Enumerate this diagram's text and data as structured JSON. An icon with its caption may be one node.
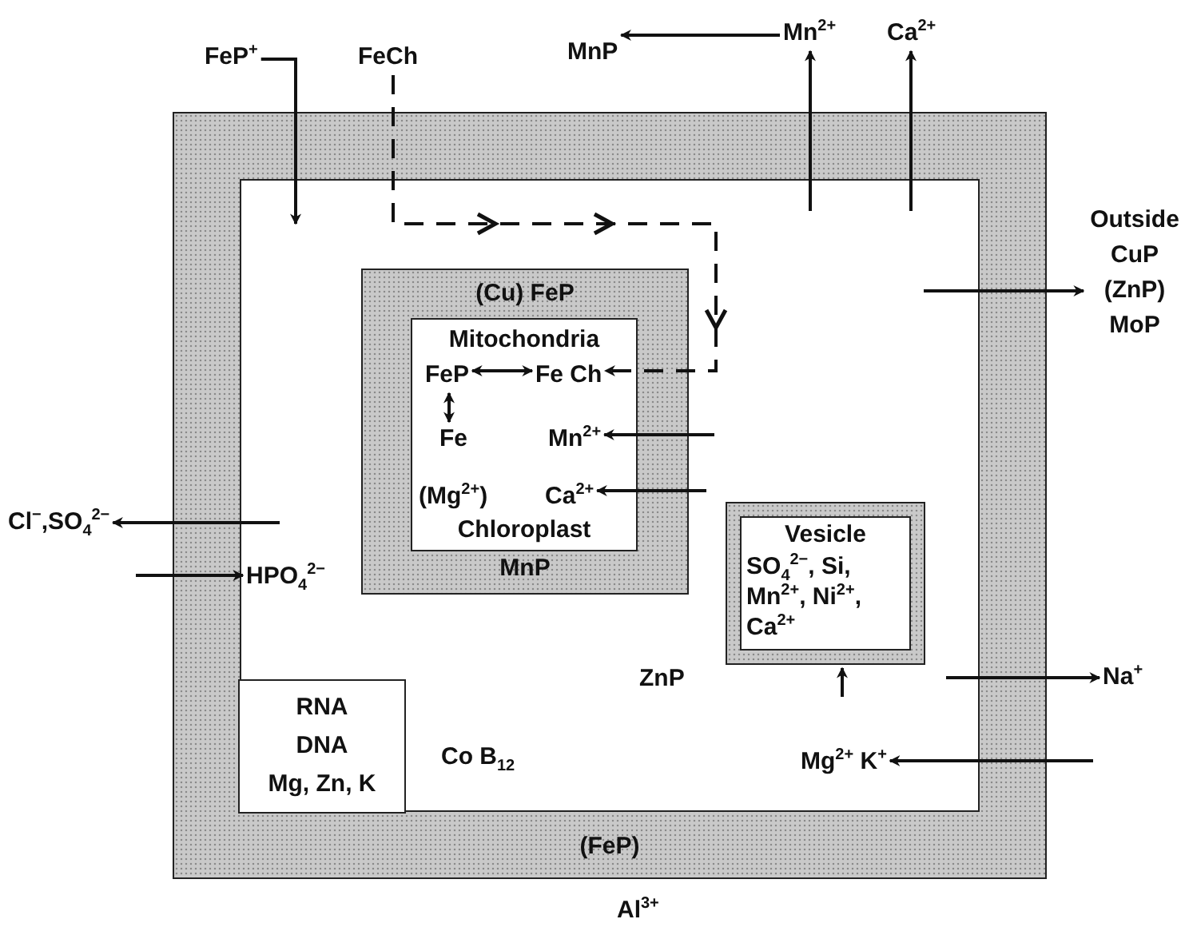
{
  "diagram": {
    "nodes": [
      {
        "text": [
          "(FeP)"
        ]
      },
      {
        "text": [
          "(Cu) FeP",
          "MnP"
        ],
        "in": 0
      },
      {
        "text": [
          "Mitochondria",
          "Chloroplast"
        ],
        "in": 1
      },
      {
        "text": [
          "FeP"
        ],
        "in": 2
      },
      {
        "text": [
          "Fe Ch"
        ],
        "in": 2
      },
      {
        "text": [
          "Fe"
        ],
        "in": 2
      },
      {
        "text": [
          "Mn$^{2+}$"
        ],
        "in": 2
      },
      {
        "text": [
          "(Mg$^{2+}$)"
        ],
        "in": 2
      },
      {
        "text": [
          "Ca$^{2+}$"
        ],
        "in": 2
      },
      {
        "text": [
          "Vesicle",
          "SO$_{4}$$^{2−}$, Si, Mn$^{2+}$, Ni$^{2+}$, Ca$^{2+}$"
        ],
        "in": 0
      },
      {
        "text": [
          "RNA",
          "DNA",
          "Mg, Zn, K"
        ],
        "in": 0
      },
      {
        "text": [
          "Mg$^{2+}$ K$^{+}$"
        ],
        "in": 0
      },
      {
        "text": [
          "HPO$_{4}$$^{2−}$"
        ],
        "in": 0
      },
      {
        "text": [
          "FeP$^{+}$"
        ]
      },
      {
        "text": [
          "FeCh"
        ]
      },
      {
        "text": [
          "MnP"
        ]
      },
      {
        "text": [
          "Mn$^{2+}$"
        ]
      },
      {
        "text": [
          "Ca$^{2+}$"
        ]
      },
      {
        "text": [
          "Outside",
          "CuP (ZnP) MoP"
        ]
      },
      {
        "text": [
          "Cl$^{−}$,SO$_{4}$$^{2−}$"
        ]
      },
      {
        "text": [
          "Na$^{+}$"
        ]
      }
    ],
    "edges": [
      {
        "from": 13,
        "to": null,
        "arrow": "to"
      },
      {
        "from": 14,
        "to": 4,
        "arrow": "to",
        "style": "dashed"
      },
      {
        "from": 16,
        "to": 15,
        "arrow": "to"
      },
      {
        "from": null,
        "to": 16,
        "arrow": "to"
      },
      {
        "from": null,
        "to": 17,
        "arrow": "to"
      },
      {
        "from": null,
        "to": 18,
        "arrow": "to"
      },
      {
        "from": null,
        "to": 6,
        "arrow": "to"
      },
      {
        "from": null,
        "to": 8,
        "arrow": "to"
      },
      {
        "from": null,
        "to": 19,
        "arrow": "to"
      },
      {
        "from": null,
        "to": 12,
        "arrow": "to"
      },
      {
        "from": null,
        "to": 20,
        "arrow": "to"
      },
      {
        "from": null,
        "to": 11,
        "arrow": "to"
      },
      {
        "from": null,
        "to": 9,
        "arrow": "to"
      },
      {
        "from": 3,
        "to": 4,
        "arrow": "both"
      },
      {
        "from": 3,
        "to": 5,
        "arrow": "both"
      }
    ],
    "labels": [
      "ZnP",
      "Co B$_{12}$",
      "Al$^{3+}$"
    ]
  }
}
